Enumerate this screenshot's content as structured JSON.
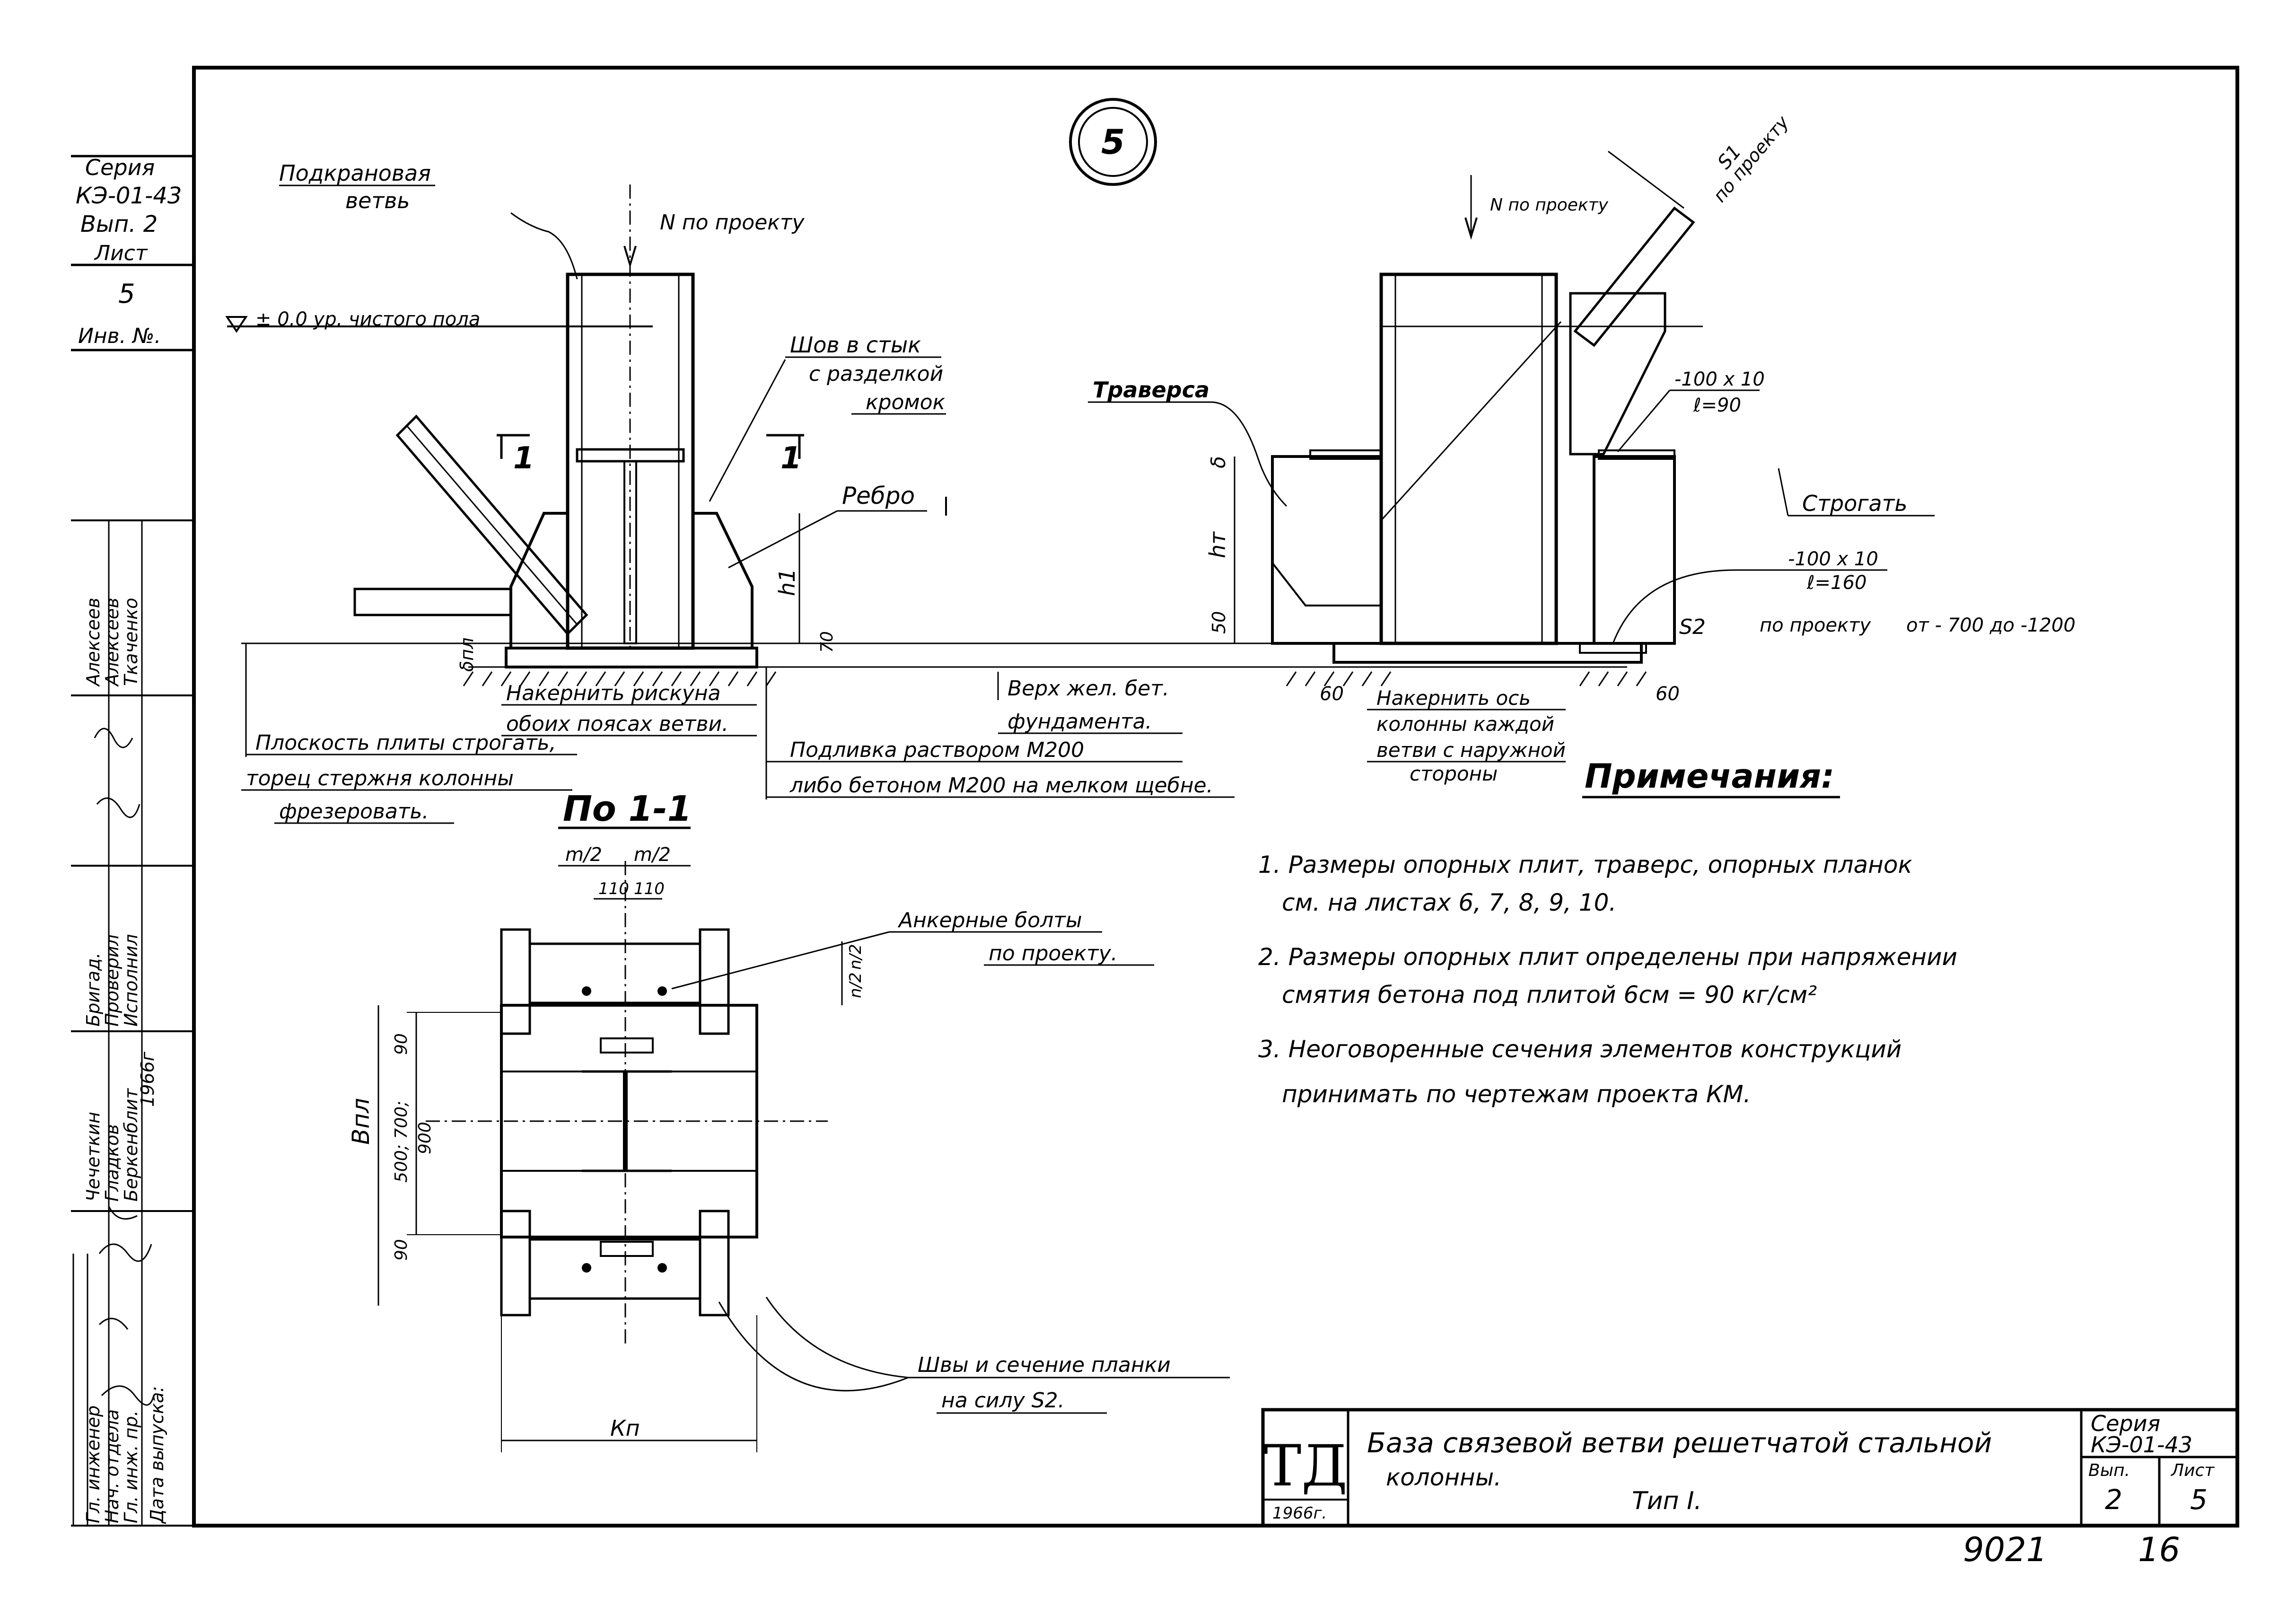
{
  "circle_number": "5",
  "stamp": {
    "series_label": "Серия",
    "series_value": "КЭ-01-43",
    "issue_label": "Вып. 2",
    "sheet_label": "Лист",
    "sheet_value": "5",
    "inv_label": "Инв. №."
  },
  "left_view": {
    "branch_label_1": "Подкрановая",
    "branch_label_2": "ветвь",
    "load": "N по проекту",
    "floor_level": "± 0.0  ур. чистого пола",
    "weld_1": "Шов в стык",
    "weld_2": "с разделкой",
    "weld_3": "кромок",
    "rib": "Ребро",
    "dim_h1": "h1",
    "dim_70": "70",
    "dim_dpl": "δпл",
    "section_mark": "1",
    "mark_1": "Накернить рискуна",
    "mark_2": "обоих поясах ветви.",
    "plane_1": "Плоскость плиты строгать,",
    "plane_2": "торец стержня колонны",
    "plane_3": "фрезеровать.",
    "top_1": "Верх  жел. бет.",
    "top_2": "фундамента.",
    "grout_1": "Подливка  раствором   М200",
    "grout_2": "либо бетоном М200 на мелком щебне."
  },
  "right_view": {
    "load": "N по проекту",
    "s1": "S1",
    "s1_note": "по проекту",
    "traverse": "Траверса",
    "plank_1": "-100 x 10",
    "plank_1b": "ℓ=90",
    "plank_2": "-100 x 10",
    "plank_2b": "ℓ=160",
    "plane": "Строгать",
    "dim_delta": "δ",
    "dim_ht": "hт",
    "dim_50": "50",
    "s2": "S2",
    "s2_note": "по проекту",
    "level": "от - 700 до -1200",
    "dim_60a": "60",
    "dim_60b": "60",
    "mark_1": "Накернить ось",
    "mark_2": "колонны каждой",
    "mark_3": "ветви с наружной",
    "mark_4": "стороны"
  },
  "section": {
    "title": "По 1-1",
    "m2a": "m/2",
    "m2b": "m/2",
    "d110a": "110",
    "d110b": "110",
    "anchor_1": "Анкерные  болты",
    "anchor_2": "по проекту.",
    "n2": "n/2",
    "n2b": "n/2",
    "d90a": "90",
    "d90b": "90",
    "mid_dims": "500; 700;",
    "mid_dims2": "900",
    "bpl": "Впл",
    "kp": "Кп",
    "welds_1": "Швы и сечение планки",
    "welds_2": "на силу  S2."
  },
  "notes": {
    "heading": "Примечания:",
    "n1a": "1.  Размеры опорных плит, траверс, опорных планок",
    "n1b": "см. на листах 6, 7, 8, 9, 10.",
    "n2a": "2.   Размеры опорных плит определены при напряжении",
    "n2b": "смятия бетона под плитой  6см = 90 кг/см²",
    "n3a": "3.  Неоговоренные сечения  элементов конструкций",
    "n3b": "принимать  по чертежам проекта КМ."
  },
  "signatures": [
    "Алексеев",
    "Алексеев",
    "Ткаченко",
    "Бригад.",
    "Проверил",
    "Исполнил",
    "Чечеткин",
    "Гладков",
    "Беркенблит",
    "1966г",
    "Гл. инженер",
    "Нач. отдела",
    "Гл. инж. пр.",
    "Дата выпуска:"
  ],
  "title_block": {
    "logo": "ТД",
    "year": "1966г.",
    "title_1": "База  связевой  ветви  решетчатой  стальной",
    "title_2": "колонны.",
    "type": "Тип  I.",
    "series_label": "Серия",
    "series_value": "КЭ-01-43",
    "issue_label": "Вып.",
    "issue_value": "2",
    "sheet_label": "Лист",
    "sheet_value": "5"
  },
  "footer": {
    "code": "9021",
    "page": "16"
  }
}
